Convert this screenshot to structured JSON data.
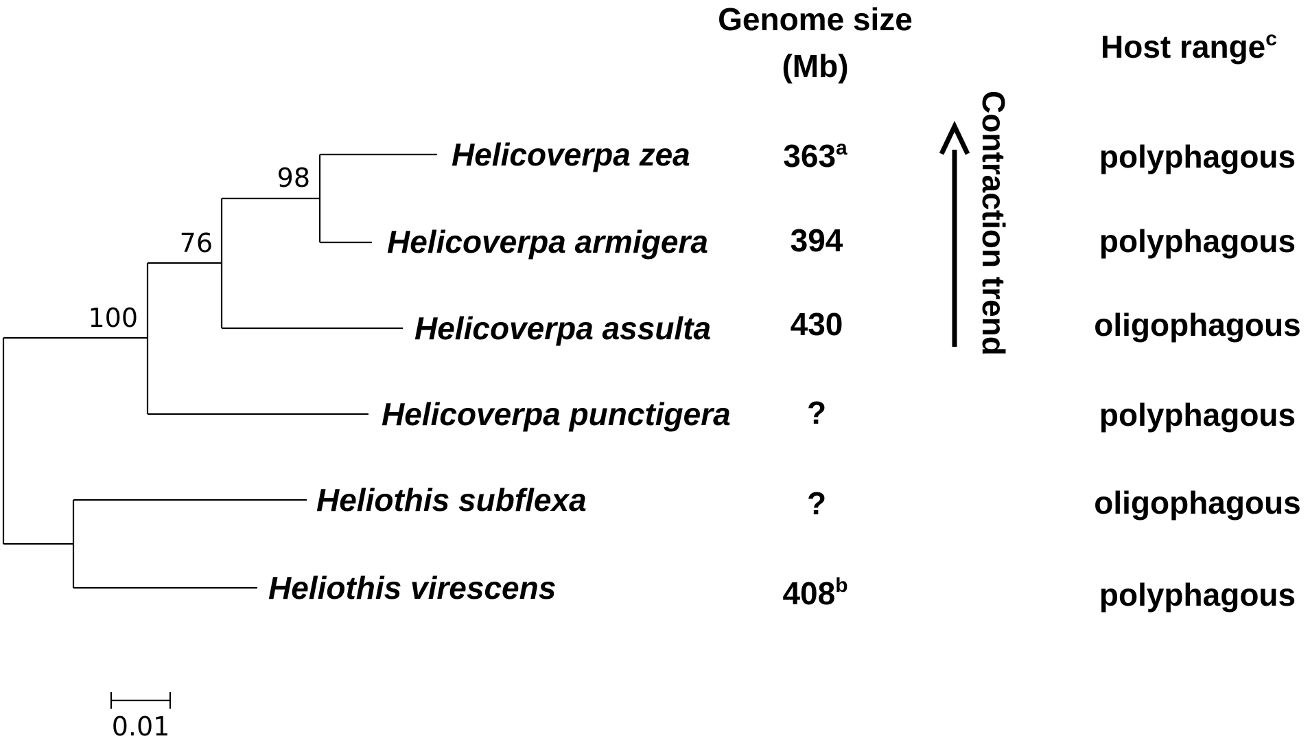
{
  "headers": {
    "genome_size_line1": "Genome size",
    "genome_size_line2": "(Mb)",
    "host_range": "Host range",
    "host_range_sup": "c"
  },
  "taxa": [
    {
      "name": "Helicoverpa zea",
      "genome_size": "363",
      "genome_size_sup": "a",
      "host_range": "polyphagous"
    },
    {
      "name": "Helicoverpa armigera",
      "genome_size": "394",
      "genome_size_sup": "",
      "host_range": "polyphagous"
    },
    {
      "name": "Helicoverpa assulta",
      "genome_size": "430",
      "genome_size_sup": "",
      "host_range": "oligophagous"
    },
    {
      "name": "Helicoverpa punctigera",
      "genome_size": "?",
      "genome_size_sup": "",
      "host_range": "polyphagous"
    },
    {
      "name": "Heliothis subflexa",
      "genome_size": "?",
      "genome_size_sup": "",
      "host_range": "oligophagous"
    },
    {
      "name": "Heliothis virescens",
      "genome_size": "408",
      "genome_size_sup": "b",
      "host_range": "polyphagous"
    }
  ],
  "support_values": {
    "zea_armigera": "98",
    "zea_armigera_assulta": "76",
    "helicoverpa_clade": "100"
  },
  "trend_label": "Contraction trend",
  "scale_bar": {
    "label": "0.01"
  }
}
